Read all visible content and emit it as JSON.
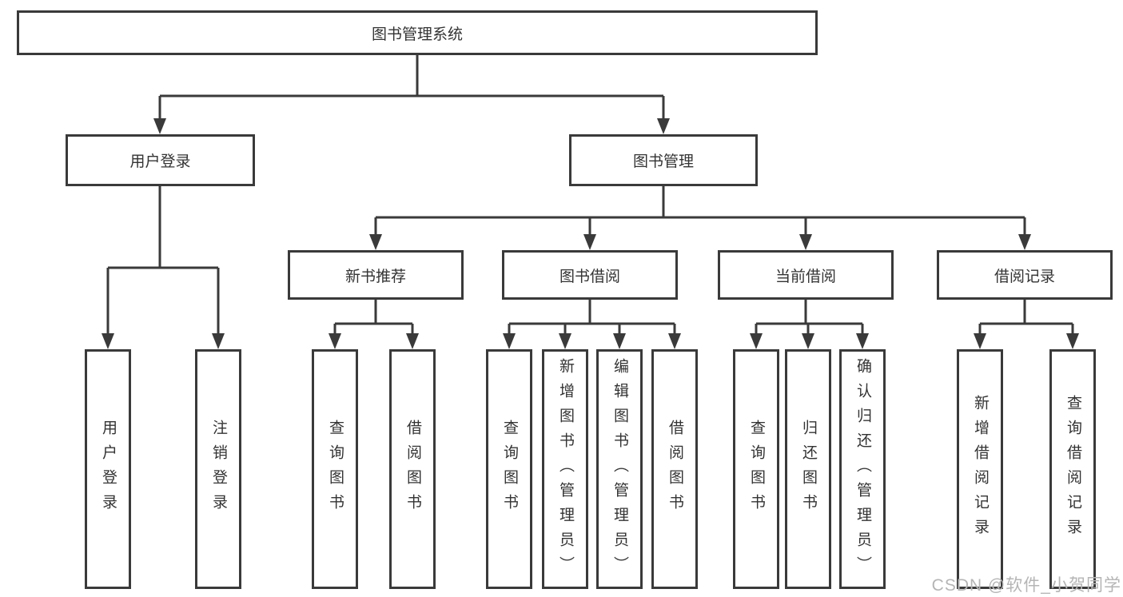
{
  "diagram": {
    "title": "图书管理系统",
    "root": {
      "label": "图书管理系统"
    },
    "children": [
      {
        "label": "用户登录",
        "children": [
          {
            "label": "用户登录"
          },
          {
            "label": "注销登录"
          }
        ]
      },
      {
        "label": "图书管理",
        "children": [
          {
            "label": "新书推荐",
            "children": [
              {
                "label": "查询图书"
              },
              {
                "label": "借阅图书"
              }
            ]
          },
          {
            "label": "图书借阅",
            "children": [
              {
                "label": "查询图书"
              },
              {
                "label": "新增图书（管理员）"
              },
              {
                "label": "编辑图书（管理员）"
              },
              {
                "label": "借阅图书"
              }
            ]
          },
          {
            "label": "当前借阅",
            "children": [
              {
                "label": "查询图书"
              },
              {
                "label": "归还图书"
              },
              {
                "label": "确认归还（管理员）"
              }
            ]
          },
          {
            "label": "借阅记录",
            "children": [
              {
                "label": "新增借阅记录"
              },
              {
                "label": "查询借阅记录"
              }
            ]
          }
        ]
      }
    ]
  },
  "watermark": "CSDN @软件_小贺同学",
  "colors": {
    "line": "#3a3a3a",
    "box_background": "#ffffff",
    "text": "#333333",
    "watermark": "#b5b5b5"
  }
}
